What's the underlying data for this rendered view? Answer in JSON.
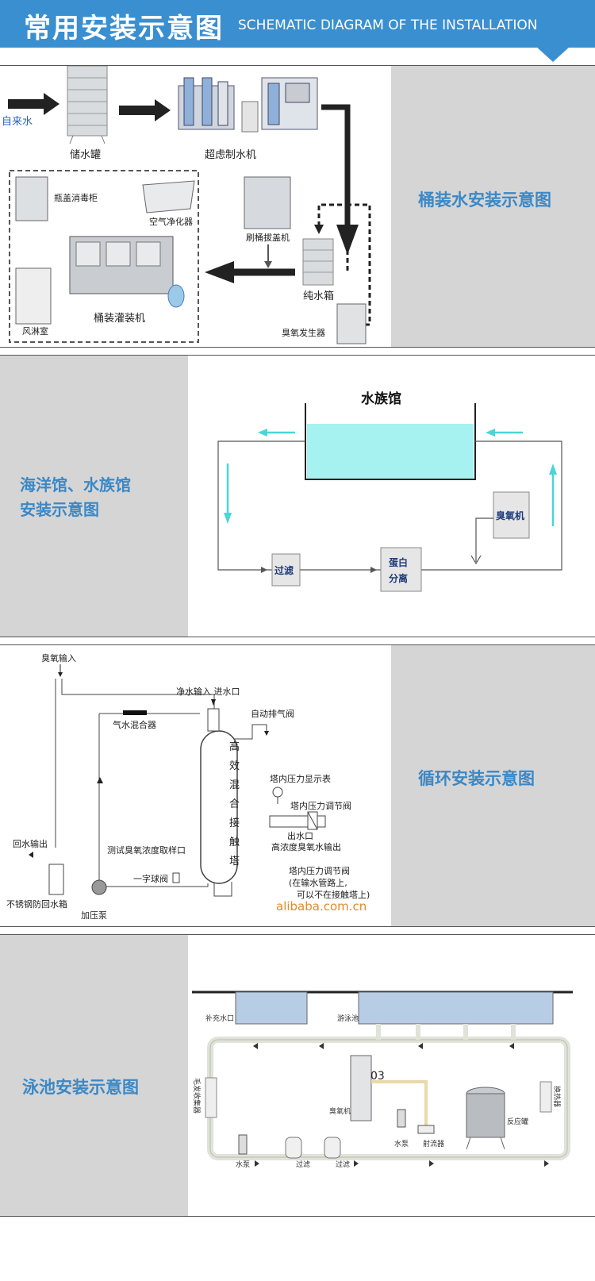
{
  "header": {
    "title_cn": "常用安装示意图",
    "title_en": "SCHEMATIC DIAGRAM OF THE INSTALLATION"
  },
  "section1": {
    "label": "桶装水安装示意图",
    "tap_water": "自来水",
    "storage_tank": "储水罐",
    "uf_machine": "超虑制水机",
    "bottle_cap_cabinet": "瓶盖消毒柜",
    "air_purifier": "空气净化器",
    "bucket_brush": "刷桶拔盖机",
    "air_shower": "风淋室",
    "filling_machine": "桶装灌装机",
    "pure_tank": "纯水箱",
    "ozone_gen": "臭氧发生器"
  },
  "section2": {
    "label_line1": "海洋馆、水族馆",
    "label_line2": "安装示意图",
    "aquarium": "水族馆",
    "ozone_machine": "臭氧机",
    "filter": "过滤",
    "protein_1": "蛋白",
    "protein_2": "分离"
  },
  "section3": {
    "label": "循环安装示意图",
    "ozone_input": "臭氧输入",
    "pure_input": "净水输入 进水口",
    "auto_vent": "自动排气阀",
    "mixer": "气水混合器",
    "tower_chars": [
      "高",
      "效",
      "混",
      "合",
      "接",
      "触",
      "塔"
    ],
    "pressure_gauge": "塔内压力显示表",
    "pressure_valve": "塔内压力调节阀",
    "outlet": "出水口",
    "hc_output": "高浓度臭氧水输出",
    "return_output": "回水输出",
    "test_sample": "测试臭氧浓度取样口",
    "ball_valve": "一字球阀",
    "valve_note_1": "塔内压力调节阀",
    "valve_note_2": "(在输水管路上,",
    "valve_note_3": "可以不在接触塔上)",
    "return_tank": "不锈钢防回水箱",
    "pump": "加压泵",
    "watermark": "alibaba.com.cn"
  },
  "section4": {
    "label": "泳池安装示意图",
    "refill": "补充水口",
    "pool": "游泳池",
    "ozone_tag": "03",
    "ozone_machine": "臭氧机",
    "hair_collector": "毛发收集器",
    "heat_exchanger": "换热器",
    "reactor": "反应罐",
    "pump_a": "水泵",
    "ejector": "射流器",
    "pump_b": "水泵",
    "filter_a": "过滤",
    "filter_b": "过滤"
  },
  "colors": {
    "header_blue": "#3a8fd0",
    "label_blue": "#3b88c6",
    "panel_gray": "#d6d5d5",
    "aqua": "#a6f2f0"
  }
}
